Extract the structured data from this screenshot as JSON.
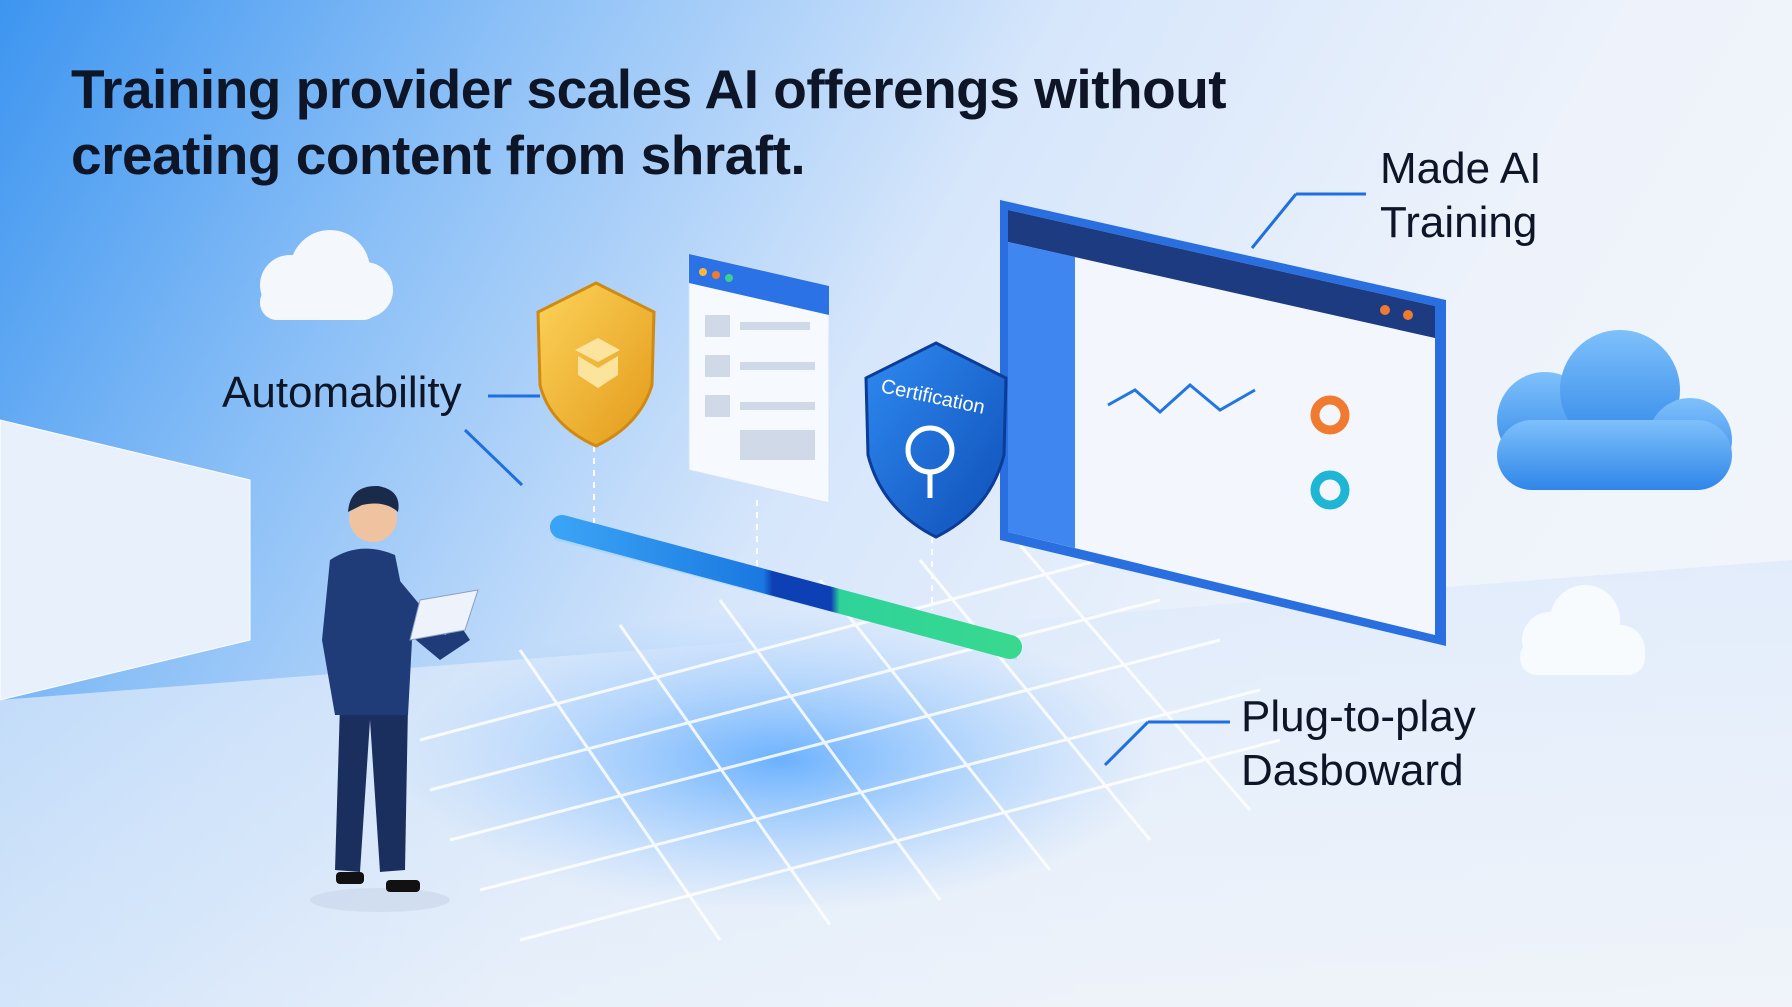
{
  "title": {
    "line1": "Training provider scales AI offerengs without",
    "line2": "creating content from shraft."
  },
  "labels": {
    "made_ai_training": {
      "line1": "Made AI",
      "line2": "Training"
    },
    "automability": "Automability",
    "plug_to_play": {
      "line1": "Plug-to-play",
      "line2": "Dasboward"
    }
  },
  "shield_text": "Certification",
  "colors": {
    "accent_blue": "#1f6fe0",
    "gold": "#f2b12c",
    "green": "#2fd39a",
    "navy": "#1c3b80",
    "orange": "#f07a30",
    "teal": "#1fb6d6"
  }
}
